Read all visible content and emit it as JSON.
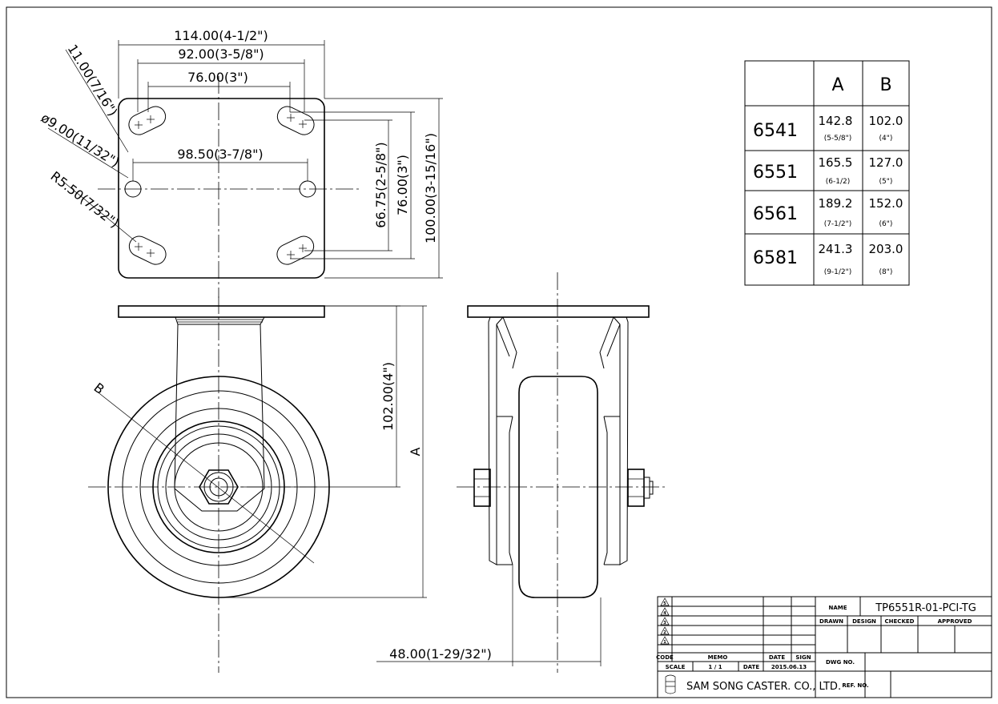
{
  "dimensions": {
    "width_overall": "114.00(4-1/2\")",
    "width_slot_outer": "92.00(3-5/8\")",
    "width_slot_inner": "76.00(3\")",
    "slot_width": "11.00(7/16\")",
    "hole_dia": "ø9.00(11/32\")",
    "hole_spacing": "98.50(3-7/8\")",
    "slot_radius": "R5.50(7/32\")",
    "height_slot_inner": "66.75(2-5/8\")",
    "height_slot_outer": "76.00(3\")",
    "height_overall": "100.00(3-15/16\")",
    "offset_height": "102.00(4\")",
    "dim_a": "A",
    "dim_b": "B",
    "wheel_width": "48.00(1-29/32\")"
  },
  "size_table": {
    "headers": [
      "",
      "A",
      "B"
    ],
    "rows": [
      {
        "model": "6541",
        "a": "142.8",
        "a_in": "(5-5/8\")",
        "b": "102.0",
        "b_in": "(4\")"
      },
      {
        "model": "6551",
        "a": "165.5",
        "a_in": "(6-1/2)",
        "b": "127.0",
        "b_in": "(5\")"
      },
      {
        "model": "6561",
        "a": "189.2",
        "a_in": "(7-1/2\")",
        "b": "152.0",
        "b_in": "(6\")"
      },
      {
        "model": "6581",
        "a": "241.3",
        "a_in": "(9-1/2\")",
        "b": "203.0",
        "b_in": "(8\")"
      }
    ]
  },
  "title_block": {
    "revisions": [
      "5",
      "4",
      "3",
      "2",
      "1"
    ],
    "code_label": "CODE",
    "memo_label": "MEMO",
    "date_label": "DATE",
    "sign_label": "SIGN",
    "scale_label": "SCALE",
    "scale_value": "1  /  1",
    "date_label2": "DATE",
    "date_value": "2015.06.13",
    "company": "SAM SONG CASTER. CO., LTD.",
    "name_label": "NAME",
    "name_value": "TP6551R-01-PCI-TG",
    "drawn_label": "DRAWN",
    "design_label": "DESIGN",
    "checked_label": "CHECKED",
    "approved_label": "APPROVED",
    "dwg_no_label": "DWG NO.",
    "ref_no_label": "REF. NO."
  }
}
